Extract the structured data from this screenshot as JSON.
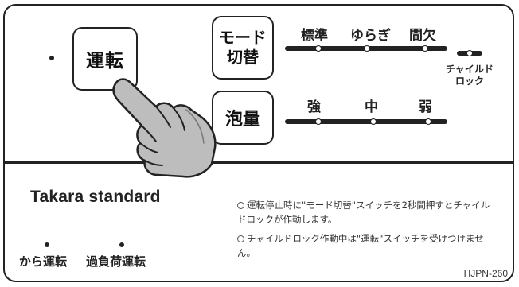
{
  "buttons": {
    "run": "運転",
    "mode_line1": "モード",
    "mode_line2": "切替",
    "foam": "泡量"
  },
  "mode_levels": [
    "標準",
    "ゆらぎ",
    "間欠"
  ],
  "foam_levels": [
    "強",
    "中",
    "弱"
  ],
  "child_lock": {
    "line1": "チャイルド",
    "line2": "ロック"
  },
  "brand": "Takara standard",
  "bottom_indicators": {
    "dry_run": "から運転",
    "overload": "過負荷運転"
  },
  "notes": [
    "運転停止時に\"モード切替\"スイッチを2秒間押すとチャイルドロックが作動します。",
    "チャイルドロック作動中は\"運転\"スイッチを受けつけません。"
  ],
  "model": "HJPN-260",
  "colors": {
    "ink": "#222222",
    "background": "#ffffff",
    "hand_fill": "#bdbdbd"
  },
  "icons": {
    "pointer": "hand-pointer-icon"
  }
}
